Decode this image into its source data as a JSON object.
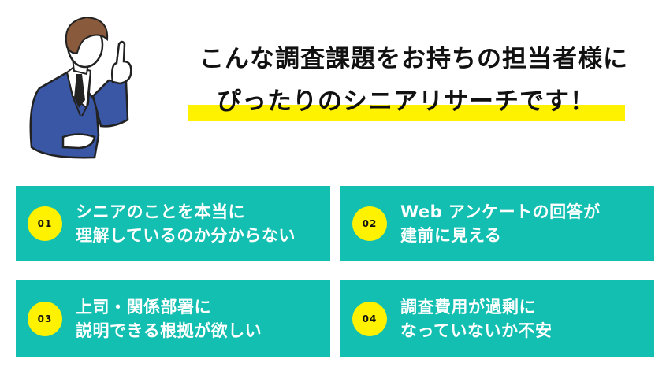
{
  "headline": {
    "line1": "こんな調査課題をお持ちの担当者様に",
    "line2": "ぴったりのシニアリサーチです！"
  },
  "colors": {
    "card_bg": "#12bfb1",
    "badge_bg": "#fff200",
    "highlight": "#fff200",
    "suit": "#3a57a6"
  },
  "illustration": "businessman-pointing-up",
  "cards": [
    {
      "number": "01",
      "line1": "シニアのことを本当に",
      "line2": "理解しているのか分からない"
    },
    {
      "number": "02",
      "line1": "Web アンケートの回答が",
      "line2": "建前に見える"
    },
    {
      "number": "03",
      "line1": "上司・関係部署に",
      "line2": "説明できる根拠が欲しい"
    },
    {
      "number": "04",
      "line1": "調査費用が過剰に",
      "line2": "なっていないか不安"
    }
  ]
}
